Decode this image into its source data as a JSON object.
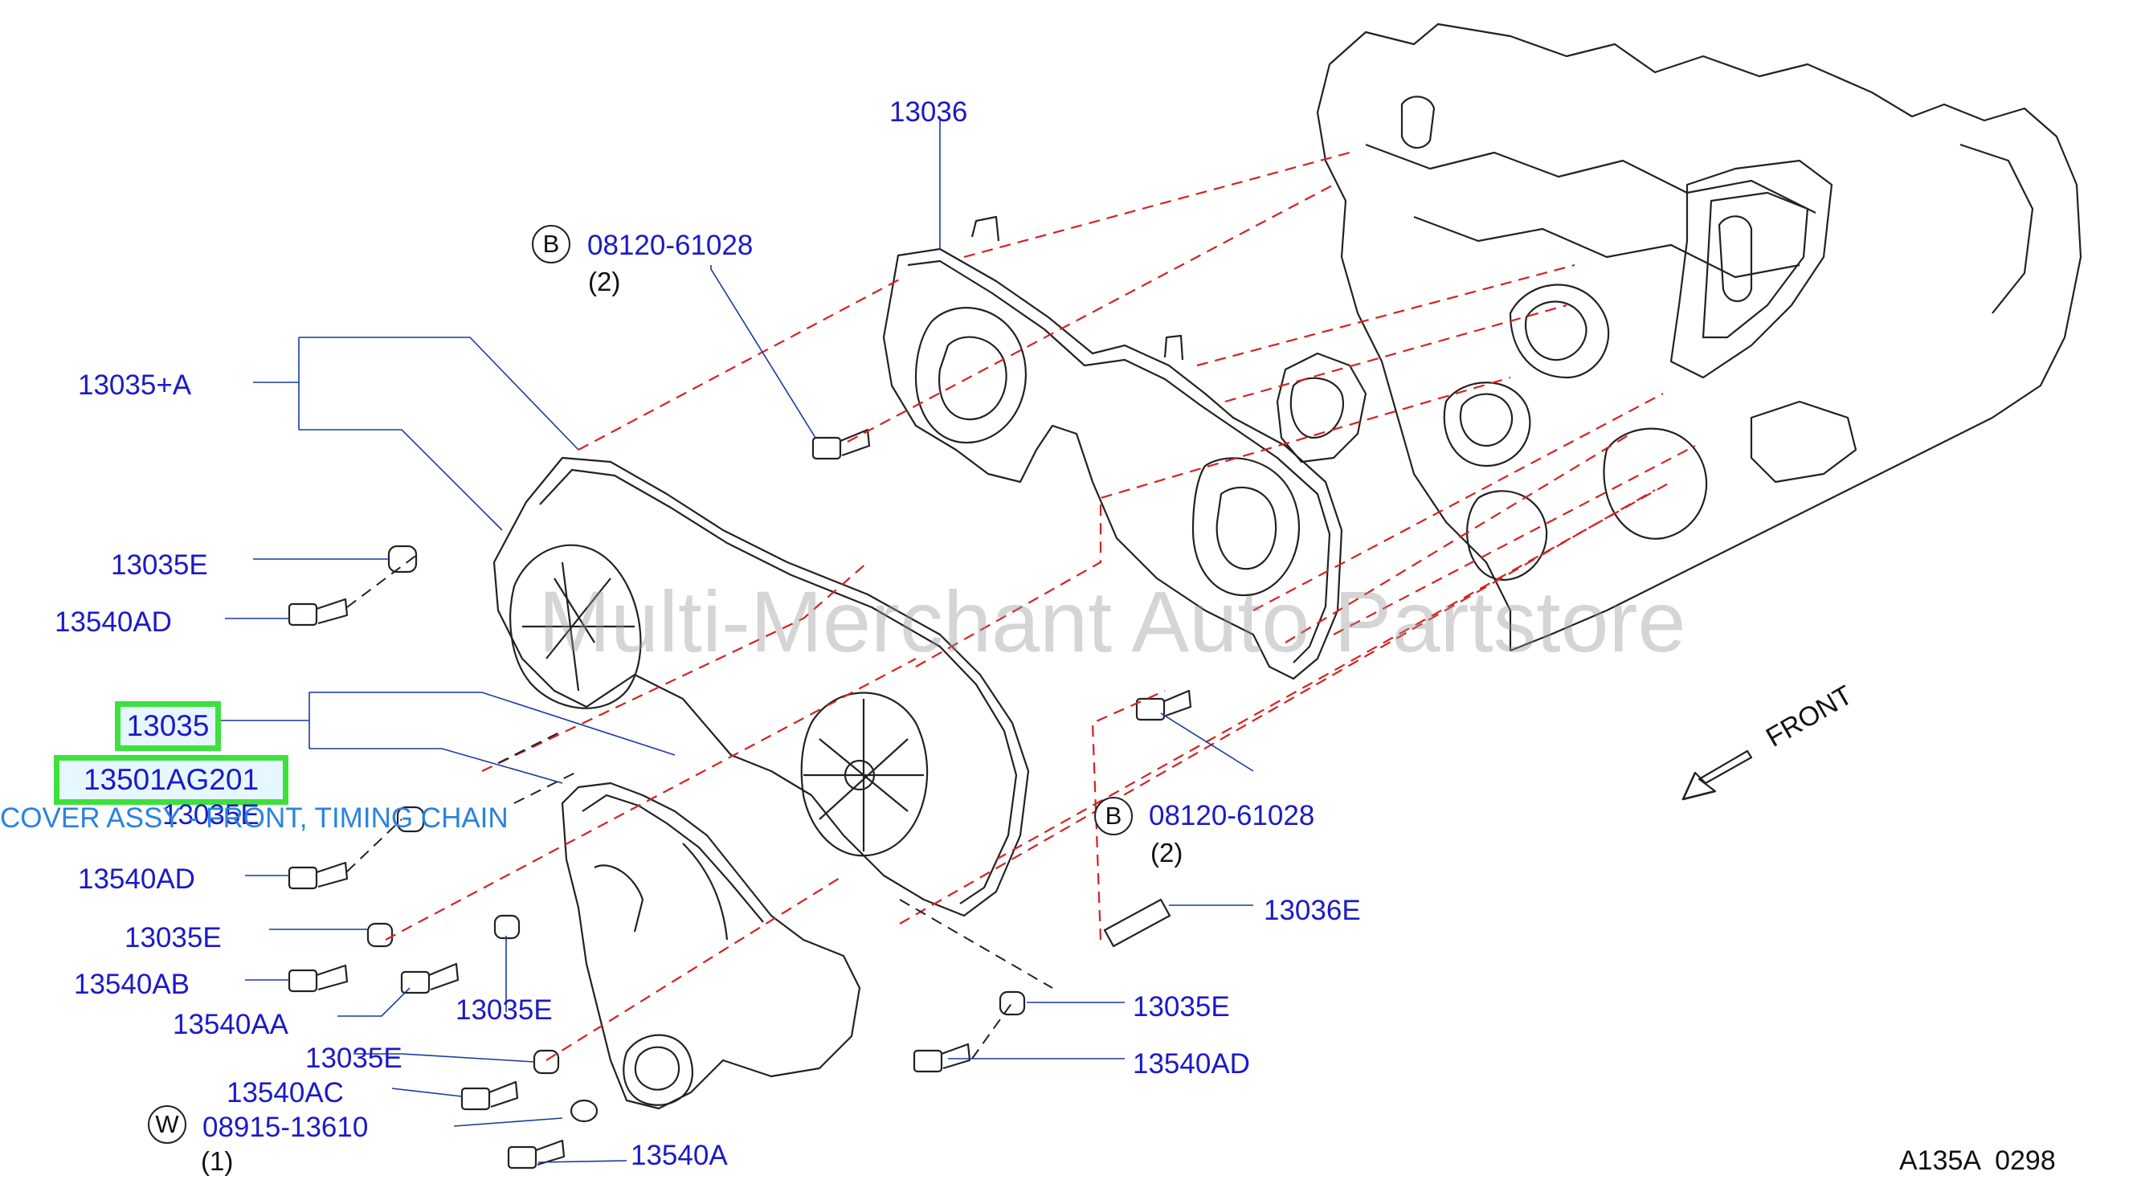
{
  "watermark": "Multi-Merchant Auto Partstore",
  "diagram_code": "A135A  0298",
  "front_label": "FRONT",
  "parts": {
    "p13036": "13036",
    "p13035A": "13035+A",
    "p13035E_1": "13035E",
    "p13540AD_1": "13540AD",
    "p13035E_2": "13035E",
    "p13540AD_2": "13540AD",
    "p13035E_3": "13035E",
    "p13540AB": "13540AB",
    "p13540AA": "13540AA",
    "p13035E_4": "13035E",
    "p13035E_5": "13035E",
    "p13540AC": "13540AC",
    "p13540A": "13540A",
    "p13036E": "13036E",
    "p13035E_6": "13035E",
    "p13540AD_3": "13540AD"
  },
  "bolts": {
    "top": {
      "circle": "B",
      "part": "08120-61028",
      "qty": "(2)"
    },
    "right": {
      "circle": "B",
      "part": "08120-61028",
      "qty": "(2)"
    },
    "washer": {
      "circle": "W",
      "part": "08915-13610",
      "qty": "(1)"
    }
  },
  "highlight": {
    "part": "13035",
    "oem": "13501AG201",
    "description": "COVER ASSY - FRONT, TIMING CHAIN"
  }
}
